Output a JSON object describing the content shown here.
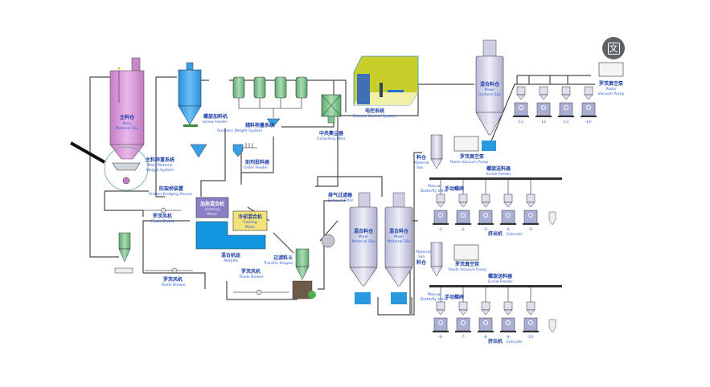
{
  "labels": {
    "main_silo": {
      "zh": "主料仓",
      "en1": "Main",
      "en2": "Material Silo"
    },
    "screw_feeder_top": {
      "zh": "螺旋加料机",
      "en": "Screw Feeder"
    },
    "aux_weight": {
      "zh": "辅料称量系统",
      "en": "Auxiliary Weight System"
    },
    "main_weight": {
      "zh": "主料称重系统",
      "en1": "Main Material",
      "en2": "Weight System"
    },
    "order_feeder": {
      "zh": "助剂投料器",
      "en": "Order Feeder"
    },
    "protect_bridging": {
      "zh": "防架桥装置",
      "en": "Protect Bridging Device"
    },
    "heating_mixer": {
      "zh": "加热混合机",
      "en1": "Heating",
      "en2": "Mixer"
    },
    "cooling_mixer": {
      "zh": "冷却混合机",
      "en1": "Cooling",
      "en2": "Mixer"
    },
    "mixers": {
      "zh": "混合机组",
      "en": "MIXERS"
    },
    "roots_blower_1": {
      "zh": "罗茨风机",
      "en": "Roots Blower"
    },
    "roots_blower_2": {
      "zh": "罗茨风机",
      "en": "Roots Blower"
    },
    "roots_blower_3": {
      "zh": "罗茨风机",
      "en": "Roots Blower"
    },
    "transfer_hopper": {
      "zh": "过滤料斗",
      "en": "Transfer Hopper"
    },
    "exhaust_filter": {
      "zh": "排气过滤器",
      "en": "Exhaust Filter"
    },
    "mixer_silo_1": {
      "zh": "混合料仓",
      "en1": "Mixer",
      "en2": "Material Silo"
    },
    "mixer_silo_2": {
      "zh": "混合料仓",
      "en1": "Mixer",
      "en2": "Material Silo"
    },
    "collecting_filter": {
      "zh": "中央集尘器",
      "en": "Collecting Filter"
    },
    "electric_control": {
      "zh": "电控系统",
      "en": "Electric Control System"
    },
    "uniform_silo": {
      "zh": "混合料仓",
      "en1": "Mixer",
      "en2": "Uniform Silo"
    },
    "vacuum_pump_top": {
      "zh": "罗茨真空泵",
      "en1": "Roots",
      "en2": "Vacuum Pump"
    },
    "vacuum_pump_1": {
      "zh": "罗茨真空泵",
      "en": "Roots Vacuum Pump"
    },
    "vacuum_pump_2": {
      "zh": "罗茨真空泵",
      "en": "Roots Vacuum Pump"
    },
    "material_silo_1": {
      "zh": "料仓",
      "en1": "Material",
      "en2": "Silo"
    },
    "material_silo_2": {
      "zh": "料仓",
      "en1": "Material",
      "en2": "Silo"
    },
    "screw_feeder_1": {
      "zh": "螺旋送料器",
      "en": "Screw Feeder"
    },
    "screw_feeder_2": {
      "zh": "螺旋送料器",
      "en": "Screw Feeder"
    },
    "butterfly_1": {
      "zh": "手动蝶阀",
      "en1": "Manual",
      "en2": "Butterfly Valve"
    },
    "butterfly_2": {
      "zh": "手动蝶阀",
      "en1": "Manual",
      "en2": "Butterfly Valve"
    },
    "extruder_1": {
      "zh": "挤出机",
      "en": "Extruder"
    },
    "extruder_2": {
      "zh": "挤出机",
      "en": "Extruder"
    }
  },
  "extruder_rows": [
    [
      "-1-",
      "-2-",
      "-3-",
      "-4-",
      "-5-"
    ],
    [
      "-6-",
      "-7-",
      "-8-",
      "-9-",
      "-10-"
    ],
    [
      "-11-",
      "-12-",
      "-13-",
      "-14-"
    ]
  ],
  "translate_icon": "translate-icon",
  "colors": {
    "main_silo": "#d89ad8",
    "screw_feeder": "#3aa0e6",
    "mixer_base": "#1196e0",
    "heating_mixer": "#8c7fc8",
    "cooling_mixer": "#f5e27a",
    "filter_green": "#7fc48f",
    "silo_lavender": "#d6d6ec",
    "control_room": "#c9cf2a",
    "label_blue": "#1d3fa6"
  }
}
